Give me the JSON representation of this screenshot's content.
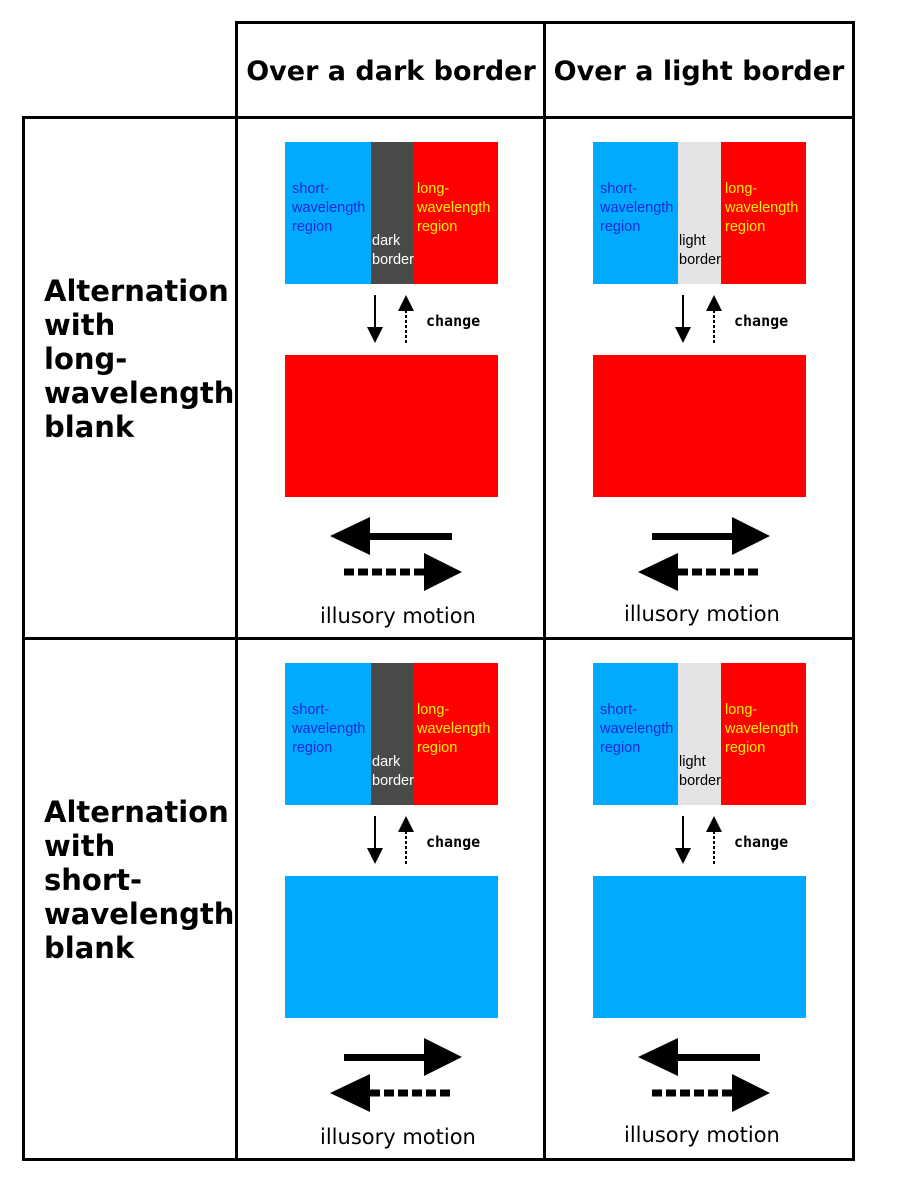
{
  "columns": [
    "Over a dark border",
    "Over a light border"
  ],
  "rows": [
    {
      "label_lines": [
        "Alternation",
        "with",
        "long-",
        "wavelength",
        "blank"
      ],
      "blank_color": "#ff0000"
    },
    {
      "label_lines": [
        "Alternation",
        "with",
        "short-",
        "wavelength",
        "blank"
      ],
      "blank_color": "#00aaff"
    }
  ],
  "stimulus": {
    "short_label": [
      "short-",
      "wavelength",
      "region"
    ],
    "long_label": [
      "long-",
      "wavelength",
      "region"
    ],
    "dark_border_label": [
      "dark",
      "border"
    ],
    "light_border_label": [
      "light",
      "border"
    ]
  },
  "change_label": "change",
  "motion_label": "illusory motion",
  "colors": {
    "short_region": "#00aaff",
    "long_region": "#ff0000",
    "dark_border": "#4a4a4a",
    "light_border": "#e4e4e4",
    "short_text": "#1a2bd6",
    "long_text": "#ffee00",
    "dark_border_text": "#ffffff",
    "light_border_text": "#000000"
  },
  "motion": [
    {
      "row": "long-wavelength blank",
      "column": "Over a dark border",
      "solid_arrow": "left",
      "dashed_arrow": "right"
    },
    {
      "row": "long-wavelength blank",
      "column": "Over a light border",
      "solid_arrow": "right",
      "dashed_arrow": "left"
    },
    {
      "row": "short-wavelength blank",
      "column": "Over a dark border",
      "solid_arrow": "right",
      "dashed_arrow": "left"
    },
    {
      "row": "short-wavelength blank",
      "column": "Over a light border",
      "solid_arrow": "left",
      "dashed_arrow": "right"
    }
  ]
}
